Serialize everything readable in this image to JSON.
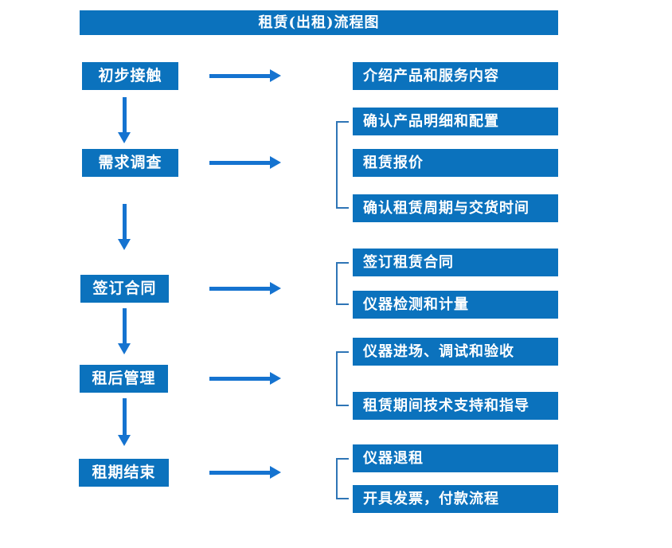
{
  "title": "租赁(出租)流程图",
  "colors": {
    "box_fill": "#0b72bd",
    "arrow": "#1573d0",
    "bracket": "#2e75b6",
    "text": "#ffffff",
    "background": "#ffffff"
  },
  "stages": [
    {
      "label": "初步接触",
      "details": [
        "介绍产品和服务内容"
      ]
    },
    {
      "label": "需求调查",
      "details": [
        "确认产品明细和配置",
        "租赁报价",
        "确认租赁周期与交货时间"
      ]
    },
    {
      "label": "签订合同",
      "details": [
        "签订租赁合同",
        "仪器检测和计量"
      ]
    },
    {
      "label": "租后管理",
      "details": [
        "仪器进场、调试和验收",
        "租赁期间技术支持和指导"
      ]
    },
    {
      "label": "租期结束",
      "details": [
        "仪器退租",
        "开具发票，付款流程"
      ]
    }
  ]
}
